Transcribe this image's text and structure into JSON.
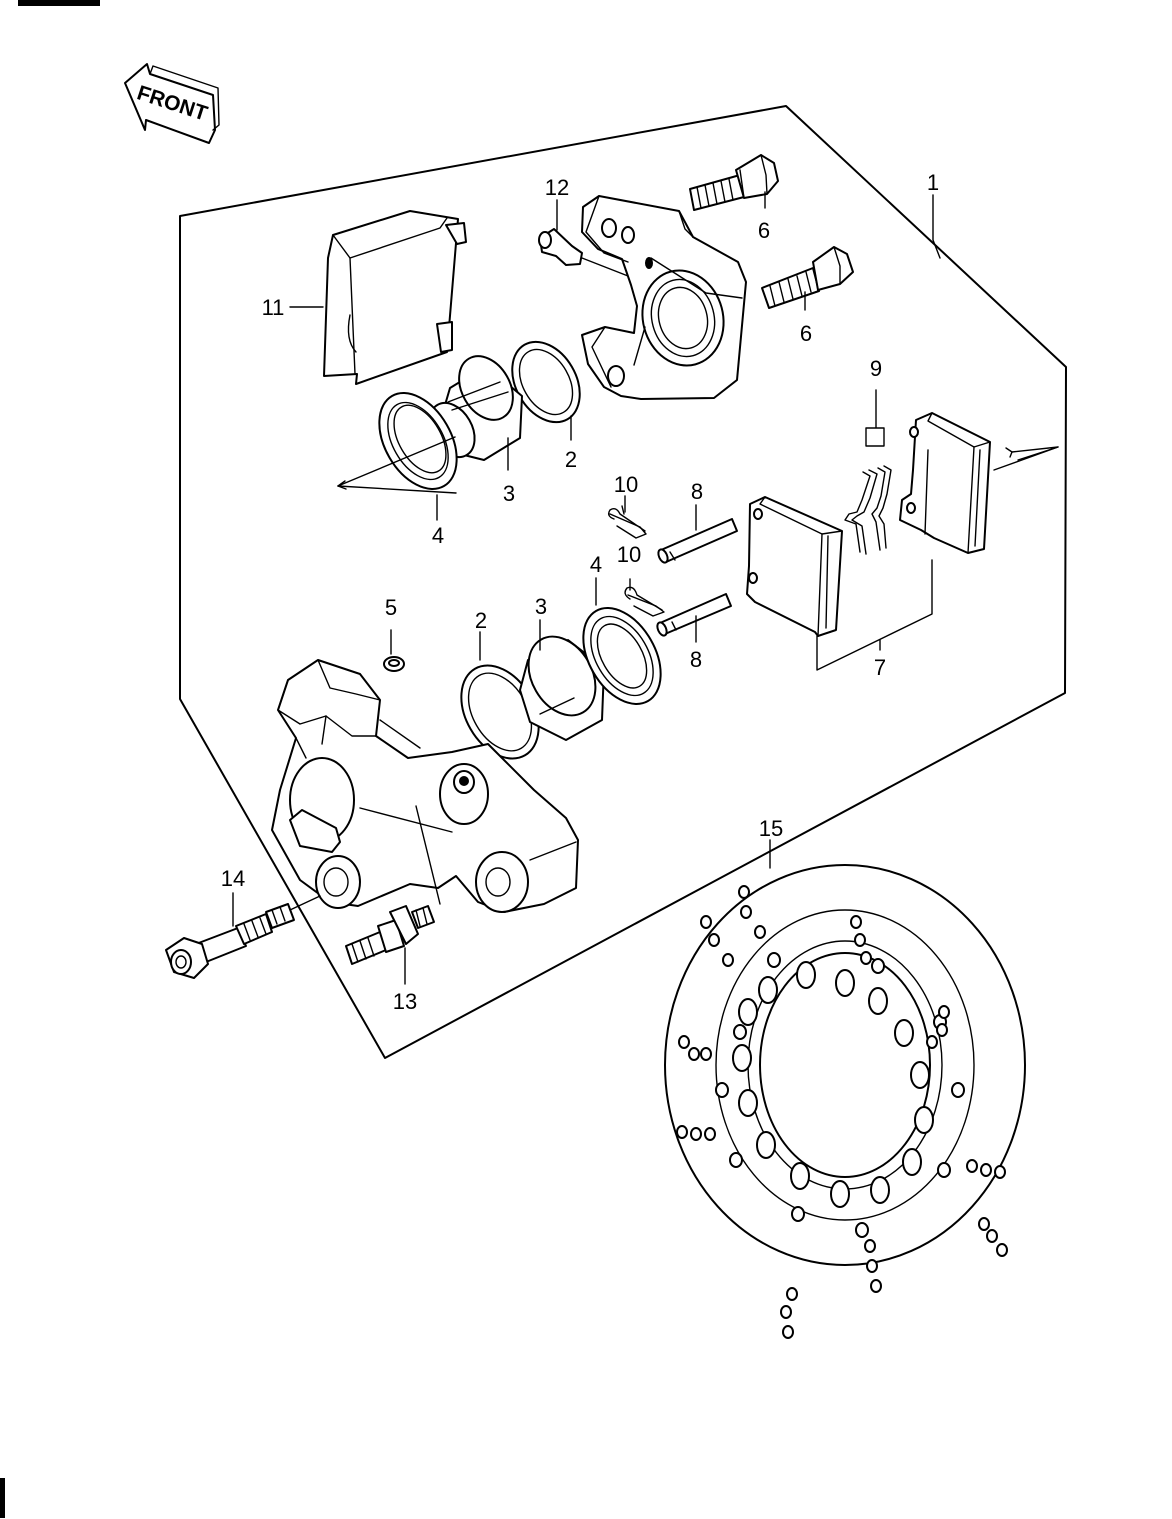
{
  "orientation_marker": {
    "text": "FRONT"
  },
  "callouts": {
    "c1": "1",
    "c2a": "2",
    "c2b": "2",
    "c3a": "3",
    "c3b": "3",
    "c4a": "4",
    "c4b": "4",
    "c5": "5",
    "c6a": "6",
    "c6b": "6",
    "c7": "7",
    "c8a": "8",
    "c8b": "8",
    "c9": "9",
    "c10a": "10",
    "c10b": "10",
    "c11": "11",
    "c12": "12",
    "c13": "13",
    "c14": "14",
    "c15": "15"
  }
}
